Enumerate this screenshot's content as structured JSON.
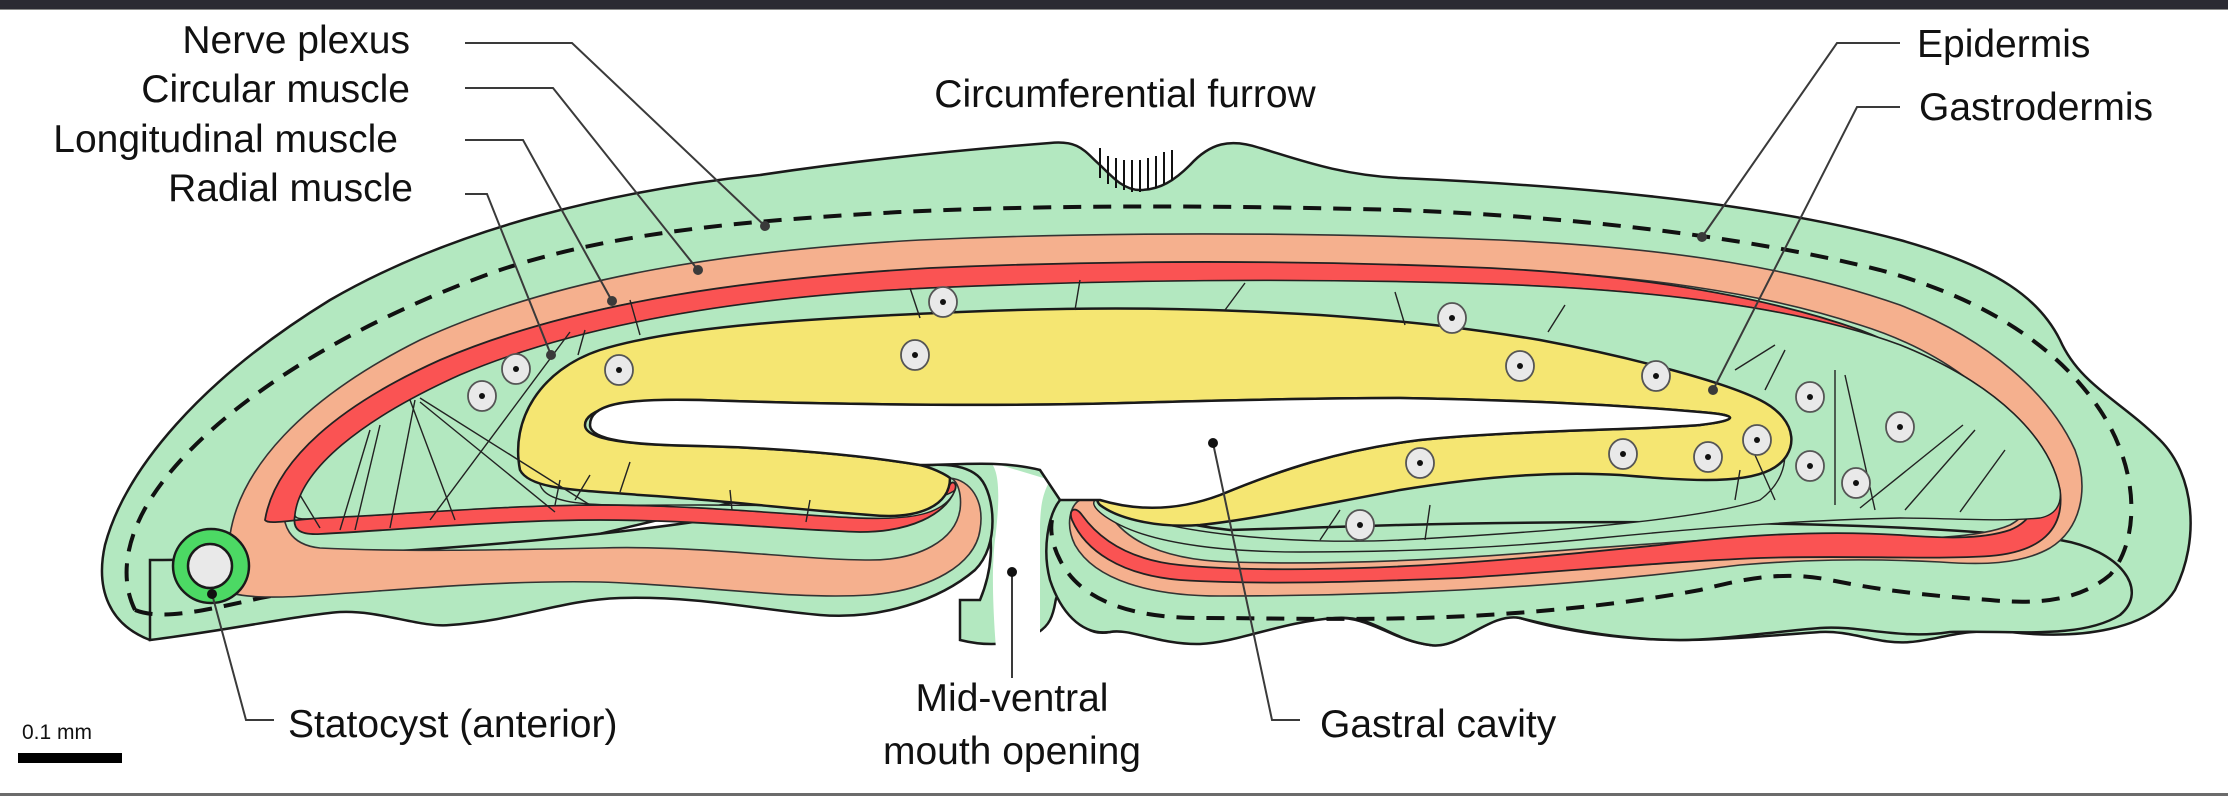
{
  "figure": {
    "labels": {
      "nerve_plexus": "Nerve plexus",
      "circular_muscle": "Circular muscle",
      "longitudinal_muscle": "Longitudinal muscle",
      "radial_muscle": "Radial muscle",
      "circumferential_furrow": "Circumferential furrow",
      "epidermis": "Epidermis",
      "gastrodermis": "Gastrodermis",
      "statocyst": "Statocyst (anterior)",
      "mouth_line1": "Mid-ventral",
      "mouth_line2": "mouth opening",
      "gastral_cavity": "Gastral cavity"
    },
    "scale_bar": {
      "label": "0.1 mm"
    },
    "colors": {
      "epidermis": "#b3e8c0",
      "circular_muscle": "#f5b08e",
      "longitudinal_muscle": "#fa5353",
      "gastrodermis": "#f5e672",
      "statocyst_ring": "#4cd964",
      "statocyst_core": "#e9e9e9",
      "cavity": "#ffffff",
      "outline": "#1a1a1a"
    }
  }
}
